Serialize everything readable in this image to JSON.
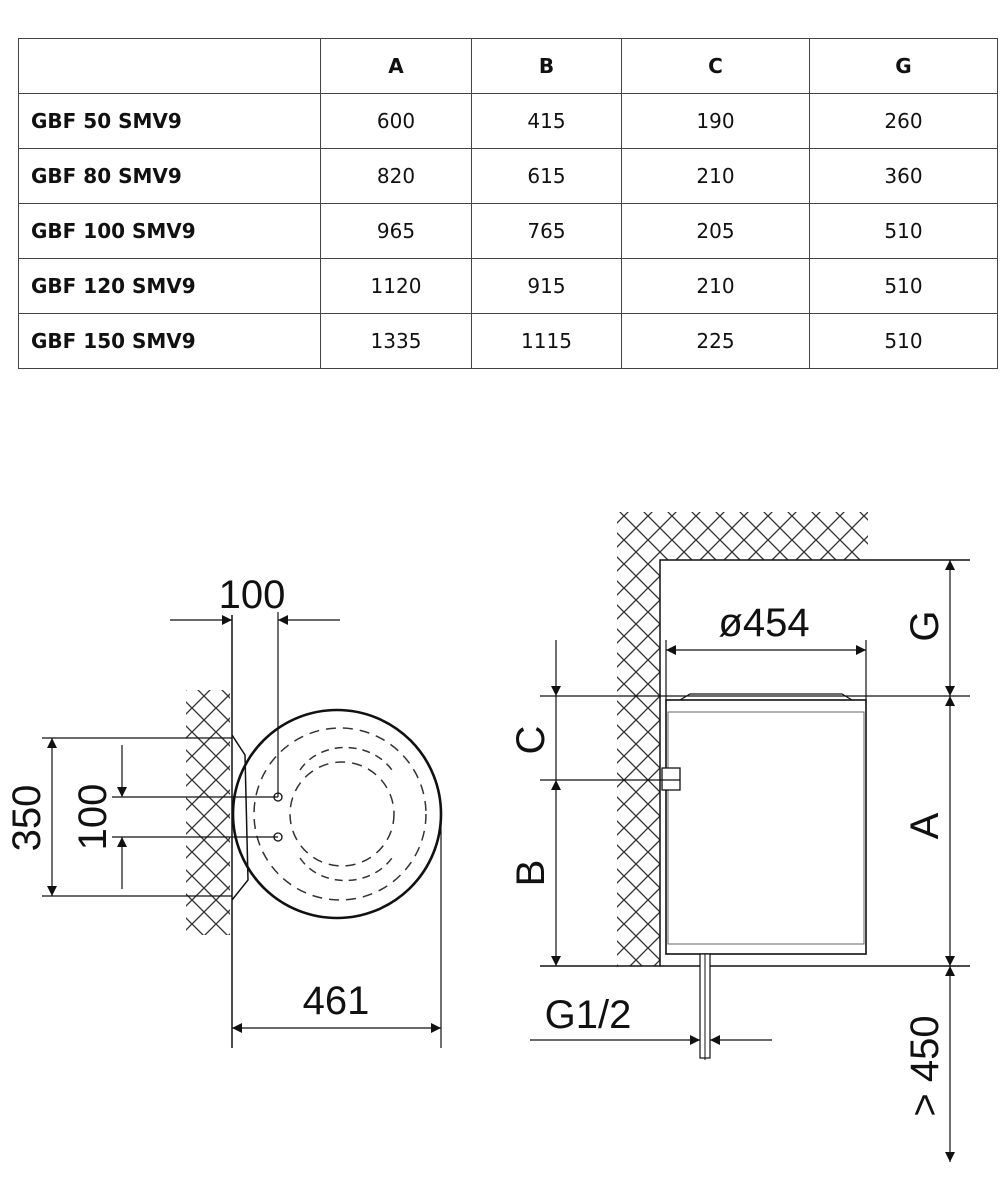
{
  "table": {
    "headers": [
      "",
      "A",
      "B",
      "C",
      "G"
    ],
    "rows": [
      {
        "model": "GBF 50 SMV9",
        "a": "600",
        "b": "415",
        "c": "190",
        "g": "260"
      },
      {
        "model": "GBF 80 SMV9",
        "a": "820",
        "b": "615",
        "c": "210",
        "g": "360"
      },
      {
        "model": "GBF 100 SMV9",
        "a": "965",
        "b": "765",
        "c": "205",
        "g": "510"
      },
      {
        "model": "GBF 120 SMV9",
        "a": "1120",
        "b": "915",
        "c": "210",
        "g": "510"
      },
      {
        "model": "GBF 150 SMV9",
        "a": "1335",
        "b": "1115",
        "c": "225",
        "g": "510"
      }
    ]
  },
  "top_view": {
    "pipe_spacing_top": "100",
    "bracket_height": "350",
    "pipe_spacing_side": "100",
    "depth": "461"
  },
  "side_view": {
    "diameter": "ø454",
    "label_g": "G",
    "label_c": "C",
    "label_b": "B",
    "label_a": "A",
    "pipe_thread": "G1/2",
    "floor_clearance": "> 450"
  }
}
